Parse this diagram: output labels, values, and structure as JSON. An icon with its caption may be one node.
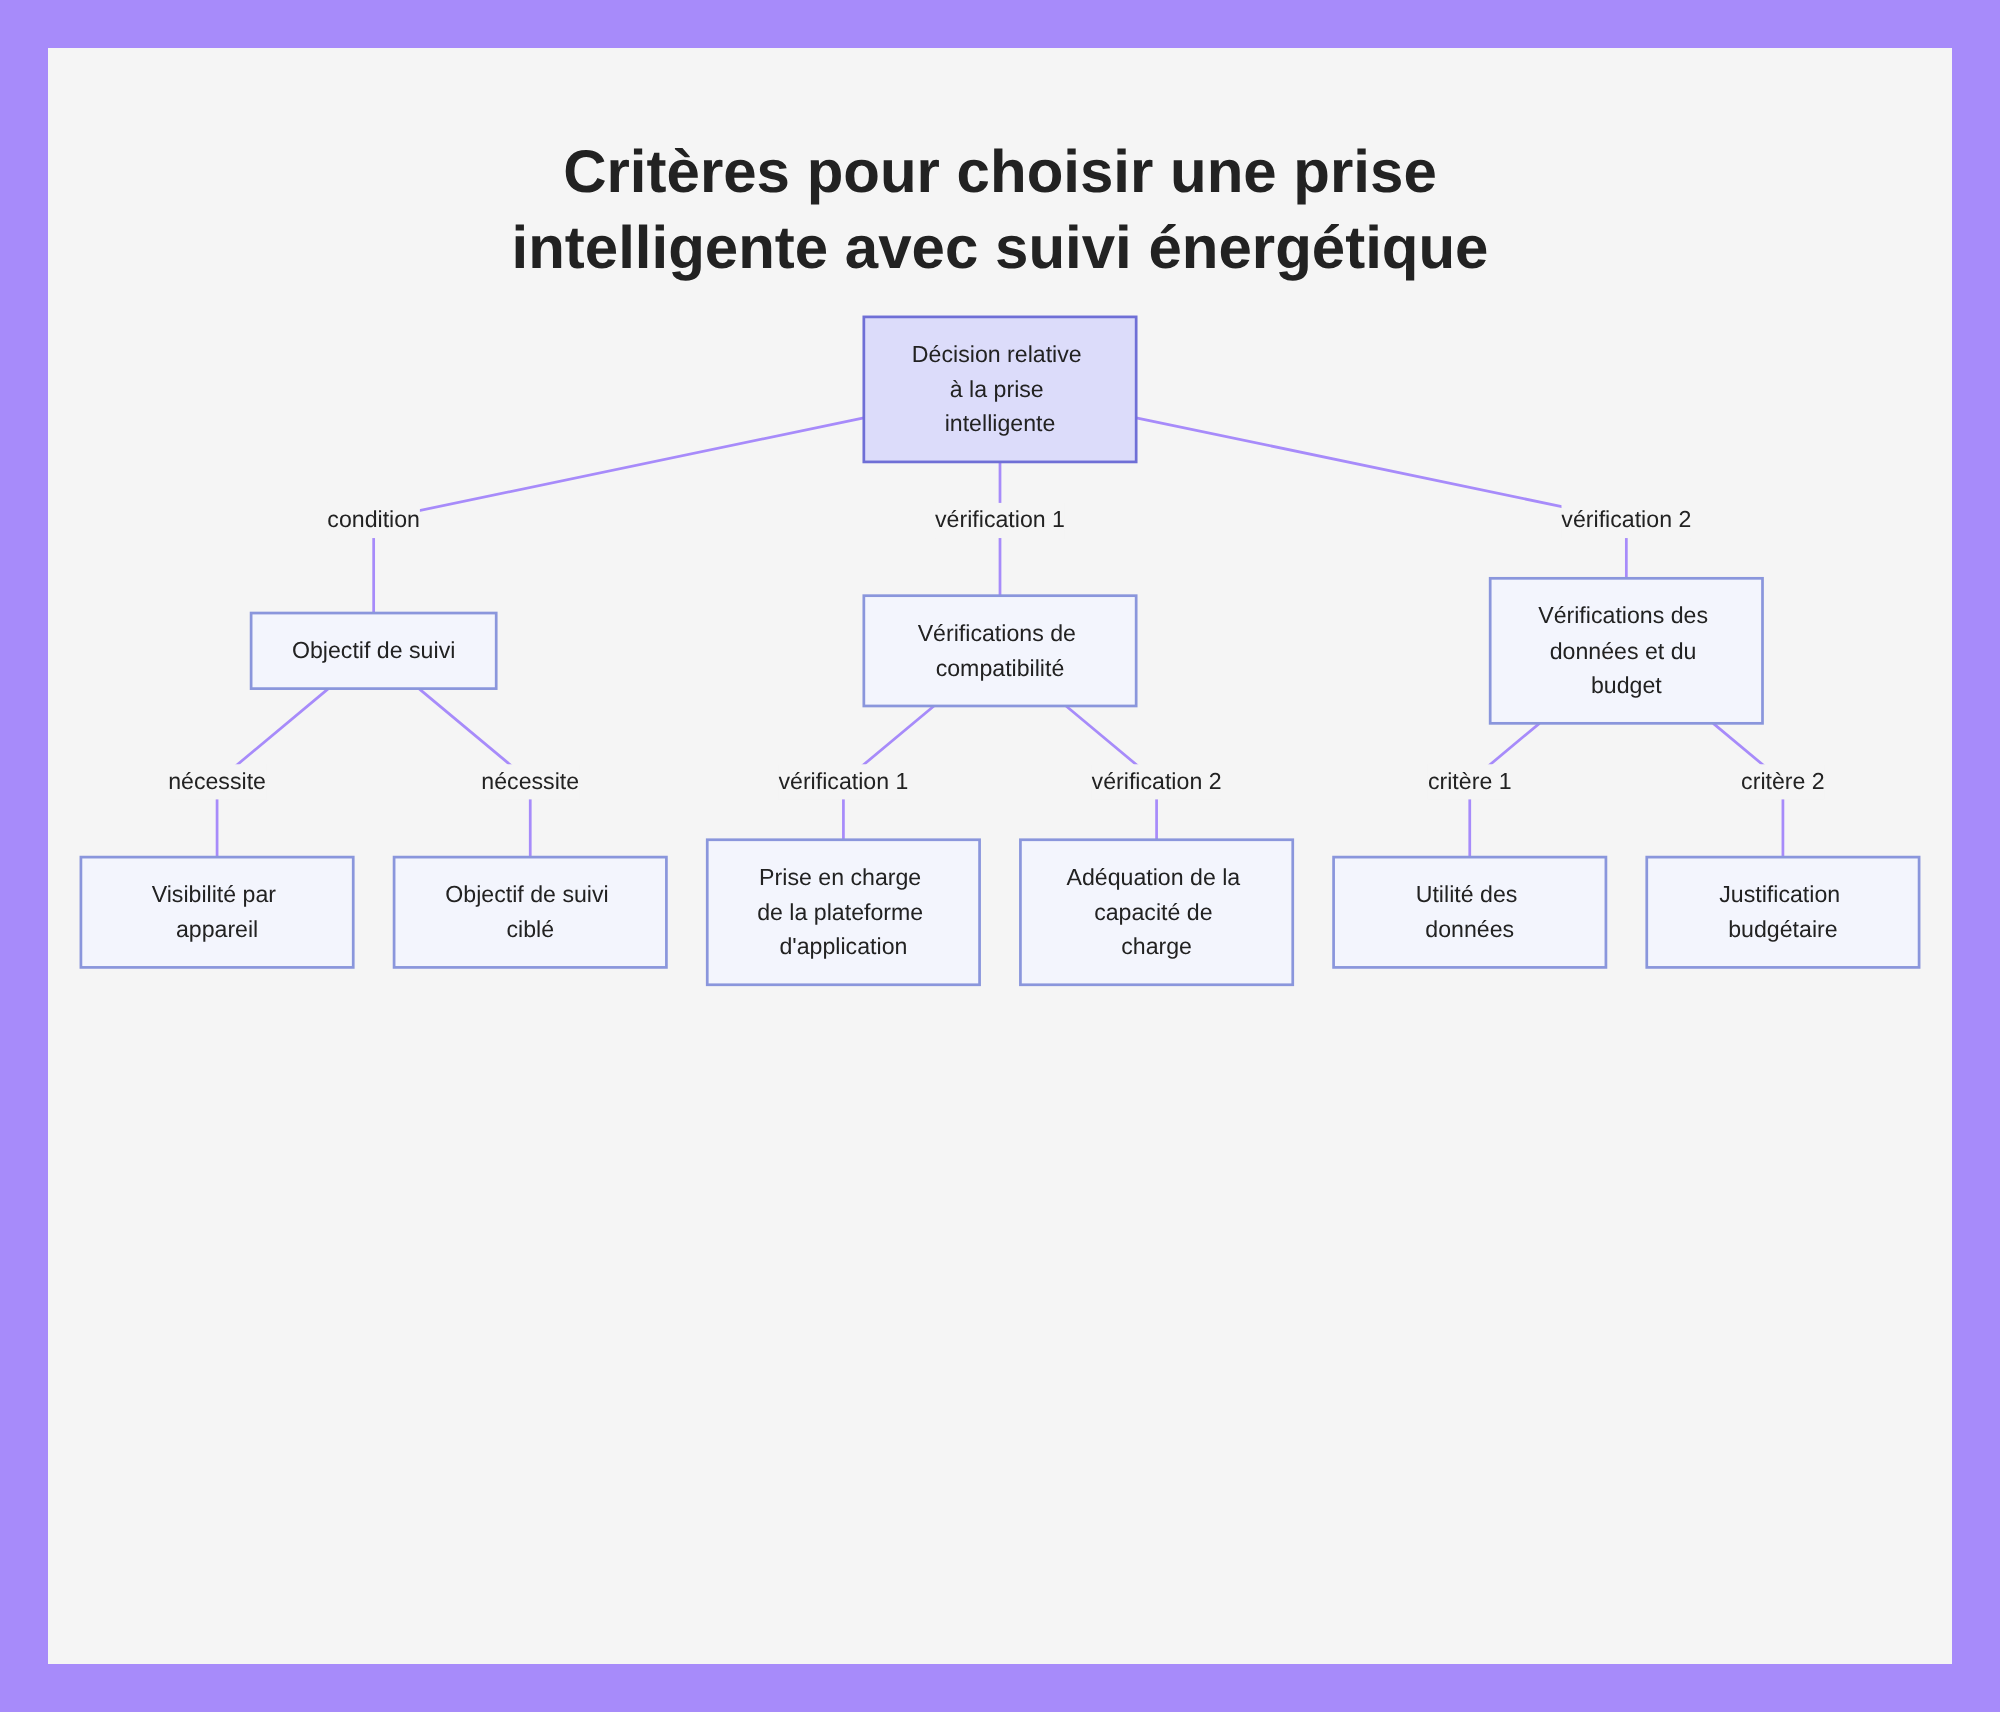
{
  "diagram": {
    "title": "Critères pour choisir une prise intelligente avec suivi énergétique",
    "nodes": [
      {
        "text": [
          "Décision relative à la prise intelligente"
        ]
      },
      {
        "text": [
          "Objectif de suivi"
        ]
      },
      {
        "text": [
          "Vérifications de compatibilité"
        ]
      },
      {
        "text": [
          "Vérifications des données et du budget"
        ]
      },
      {
        "text": [
          "Visibilité par appareil"
        ]
      },
      {
        "text": [
          "Objectif de suivi ciblé"
        ]
      },
      {
        "text": [
          "Prise en charge de la plateforme d'application"
        ]
      },
      {
        "text": [
          "Adéquation de la capacité de charge"
        ]
      },
      {
        "text": [
          "Utilité des données"
        ]
      },
      {
        "text": [
          "Justification budgétaire"
        ]
      }
    ],
    "edges": [
      {
        "from": 0,
        "to": 1,
        "arrow": "none",
        "label": "condition"
      },
      {
        "from": 0,
        "to": 2,
        "arrow": "none",
        "label": "vérification 1"
      },
      {
        "from": 0,
        "to": 3,
        "arrow": "none",
        "label": "vérification 2"
      },
      {
        "from": 1,
        "to": 4,
        "arrow": "none",
        "label": "nécessite"
      },
      {
        "from": 1,
        "to": 5,
        "arrow": "none",
        "label": "nécessite"
      },
      {
        "from": 2,
        "to": 6,
        "arrow": "none",
        "label": "vérification 1"
      },
      {
        "from": 2,
        "to": 7,
        "arrow": "none",
        "label": "vérification 2"
      },
      {
        "from": 3,
        "to": 8,
        "arrow": "none",
        "label": "critère 1"
      },
      {
        "from": 3,
        "to": 9,
        "arrow": "none",
        "label": "critère 2"
      }
    ]
  }
}
